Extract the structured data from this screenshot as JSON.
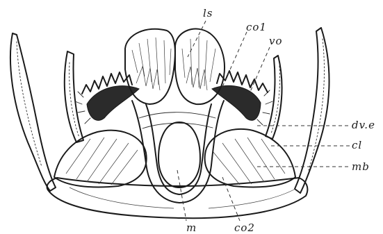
{
  "labels": {
    "ls": "ls",
    "co1": "co1",
    "vo": "vo",
    "dve": "dv.e",
    "cl": "cl",
    "mb": "mb",
    "m": "m",
    "co2": "co2"
  }
}
